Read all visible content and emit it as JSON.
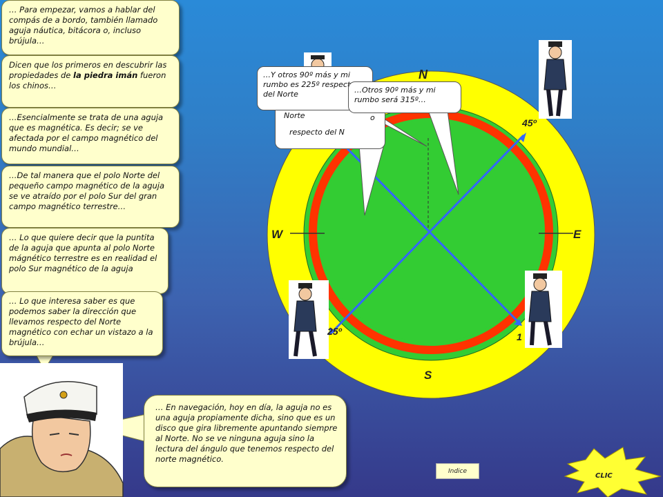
{
  "captain_bubbles": [
    "… Para empezar, vamos a hablar del compás de a bordo, también llamado aguja náutica, bitácora o, incluso brújula…",
    "Dicen que los primeros en descubrir las propiedades de ",
    "…Esencialmente se trata de una aguja que es magnética. Es decir; se ve afectada por el campo magnético del mundo mundial…",
    "…De tal manera que el polo Norte del pequeño campo magnético de la aguja se ve atraído por el polo Sur del gran campo magnético terrestre…",
    "… Lo que quiere decir que la puntita de la aguja que apunta al polo Norte mágnético terrestre es en realidad el polo Sur magnético de la aguja",
    "… Lo que interesa saber es que podemos saber la dirección que llevamos respecto del Norte magnético con echar un vistazo a la brújula…",
    "… En navegación, hoy en día, la aguja no es una aguja propiamente dicha, sino que es un disco que gira libremente apuntando siempre al Norte. No se ve ninguna aguja sino la lectura del ángulo que tenemos respecto del norte magnético."
  ],
  "piedra_bold": "la piedra imán",
  "piedra_tail": " fueron los chinos…",
  "compass": {
    "north": "N",
    "south": "S",
    "east": "E",
    "west": "W",
    "deg_45": "45º",
    "deg_135_partial": "1",
    "deg_225_partial": "25º"
  },
  "heading_bubbles": {
    "hidden_line1": "Norte",
    "hidden_line2": "respecto del N",
    "hidden_tail": "o",
    "b225": "…Y otros 90º más y mi rumbo es 225º respecto del Norte",
    "b315": "…Otros 90º más y mi rumbo será 315º…"
  },
  "nav": {
    "indice": "Indice",
    "clic": "CLIC"
  },
  "colors": {
    "bubble_fill": "#ffffcc",
    "yellow_disc": "#ffff00",
    "green_disc": "#33cc33",
    "red_ring": "#ff3300",
    "needle_blue": "#3366ff"
  }
}
